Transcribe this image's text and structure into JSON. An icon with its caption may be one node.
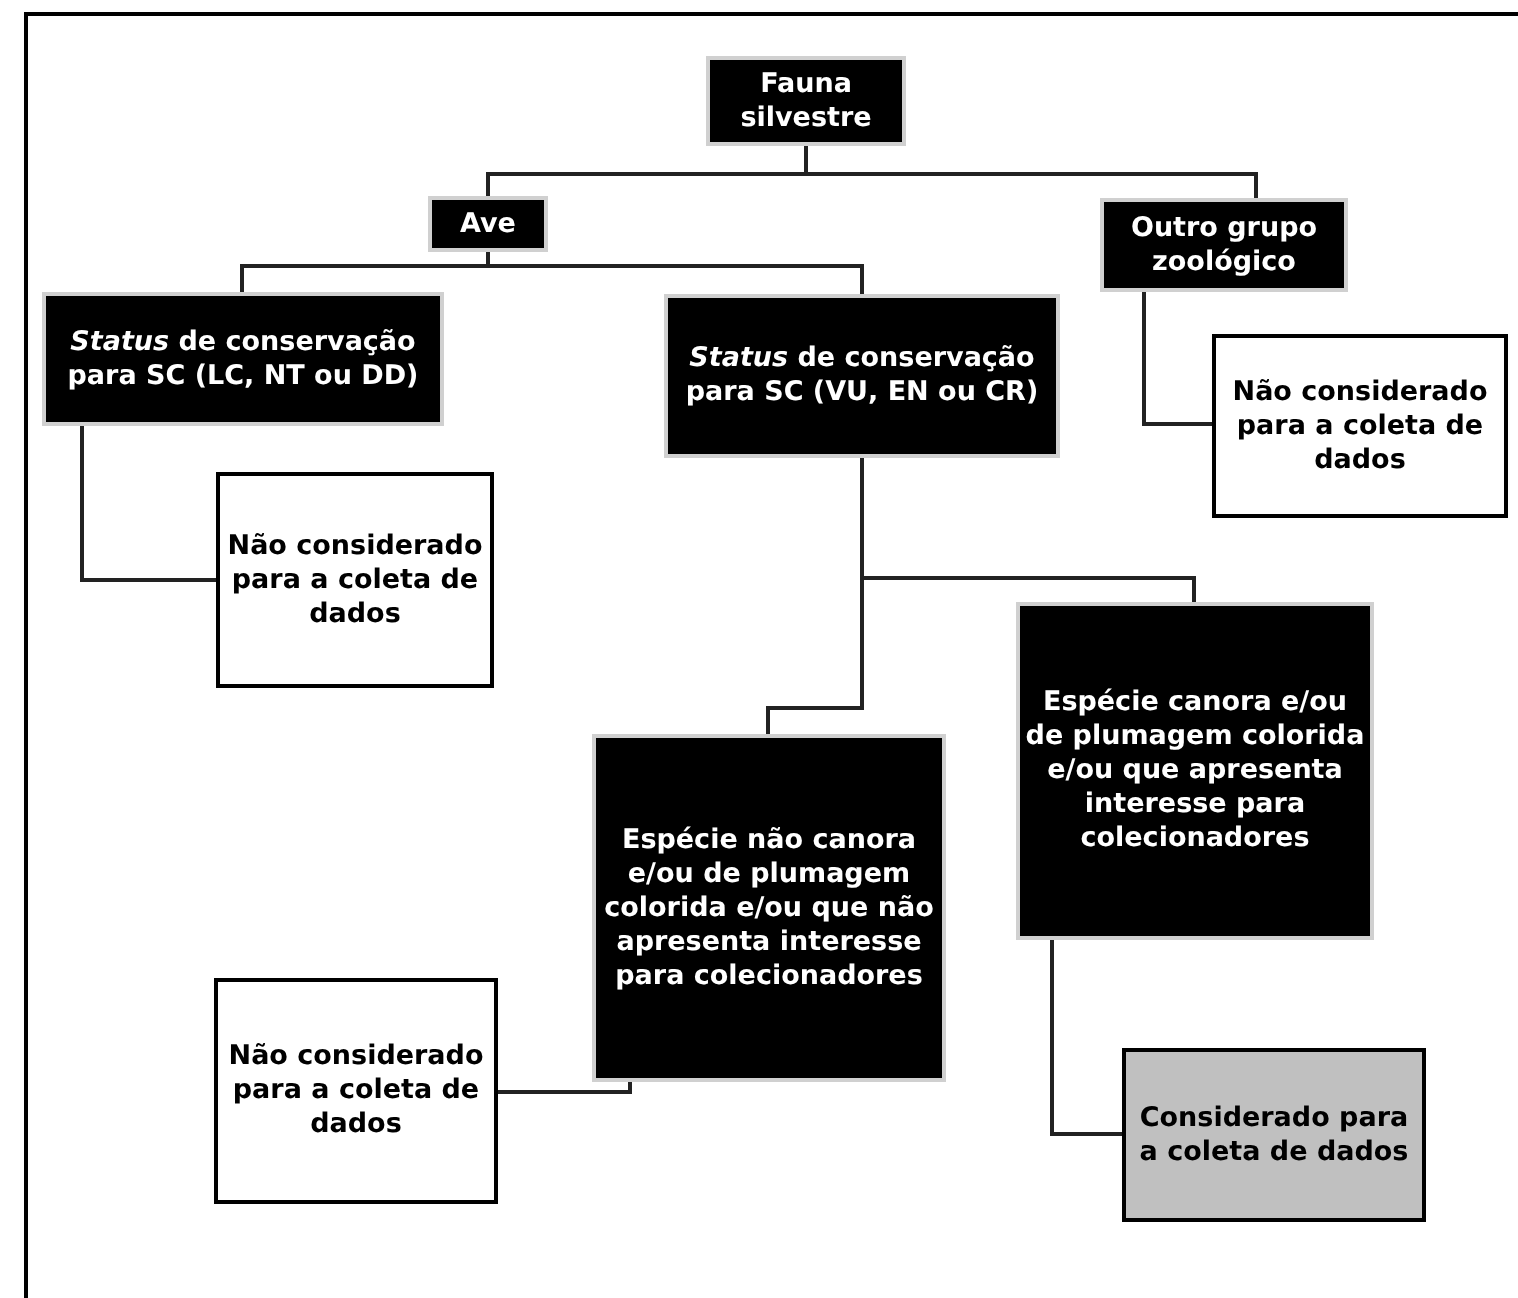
{
  "diagram": {
    "nodes": [
      {
        "text": [
          "Fauna silvestre"
        ]
      },
      {
        "text": [
          "Ave"
        ]
      },
      {
        "text": [
          "Outro grupo zoológico"
        ]
      },
      {
        "text": [
          "*Status* de conservação para SC (LC, NT ou DD)"
        ]
      },
      {
        "text": [
          "Não considerado para a coleta de dados"
        ]
      },
      {
        "text": [
          "*Status* de conservação para SC (VU, EN ou CR)"
        ]
      },
      {
        "text": [
          "Não considerado para a coleta de dados"
        ]
      },
      {
        "text": [
          "Espécie canora e/ou de plumagem colorida e/ou que apresenta interesse para colecionadores"
        ]
      },
      {
        "text": [
          "Espécie não canora e/ou de plumagem colorida e/ou que não apresenta interesse para colecionadores"
        ]
      },
      {
        "text": [
          "Não considerado para a coleta de dados"
        ]
      },
      {
        "text": [
          "Considerado para a coleta de dados"
        ]
      }
    ],
    "edges": [
      {
        "from": 0,
        "to": 1,
        "arrow": "none"
      },
      {
        "from": 0,
        "to": 2,
        "arrow": "none"
      },
      {
        "from": 1,
        "to": 3,
        "arrow": "none"
      },
      {
        "from": 1,
        "to": 5,
        "arrow": "none"
      },
      {
        "from": 2,
        "to": 6,
        "arrow": "none"
      },
      {
        "from": 3,
        "to": 4,
        "arrow": "none"
      },
      {
        "from": 5,
        "to": 7,
        "arrow": "none"
      },
      {
        "from": 5,
        "to": 8,
        "arrow": "none"
      },
      {
        "from": 8,
        "to": 9,
        "arrow": "none"
      },
      {
        "from": 7,
        "to": 10,
        "arrow": "none"
      }
    ]
  }
}
